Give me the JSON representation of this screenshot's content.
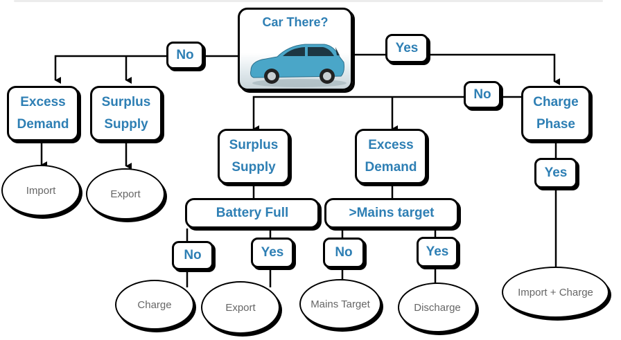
{
  "colors": {
    "label_text": "#2e7fb4",
    "outcome_text": "#666666",
    "line": "#000000",
    "car_body": "#4aa6c8"
  },
  "root": {
    "title": "Car There?",
    "image": "car-icon"
  },
  "branch_no": {
    "label": "No",
    "nodes": [
      {
        "title_line1": "Excess",
        "title_line2": "Demand",
        "outcome": "Import"
      },
      {
        "title_line1": "Surplus",
        "title_line2": "Supply",
        "outcome": "Export"
      }
    ]
  },
  "branch_yes": {
    "label": "Yes",
    "charge_phase": {
      "title_line1": "Charge",
      "title_line2": "Phase",
      "yes_label": "Yes",
      "yes_outcome": "Import + Charge",
      "no_label": "No"
    },
    "surplus": {
      "title_line1": "Surplus",
      "title_line2": "Supply",
      "decision": "Battery Full",
      "no_label": "No",
      "no_outcome": "Charge",
      "yes_label": "Yes",
      "yes_outcome": "Export"
    },
    "excess": {
      "title_line1": "Excess",
      "title_line2": "Demand",
      "decision": ">Mains target",
      "no_label": "No",
      "no_outcome": "Mains Target",
      "yes_label": "Yes",
      "yes_outcome": "Discharge"
    }
  }
}
